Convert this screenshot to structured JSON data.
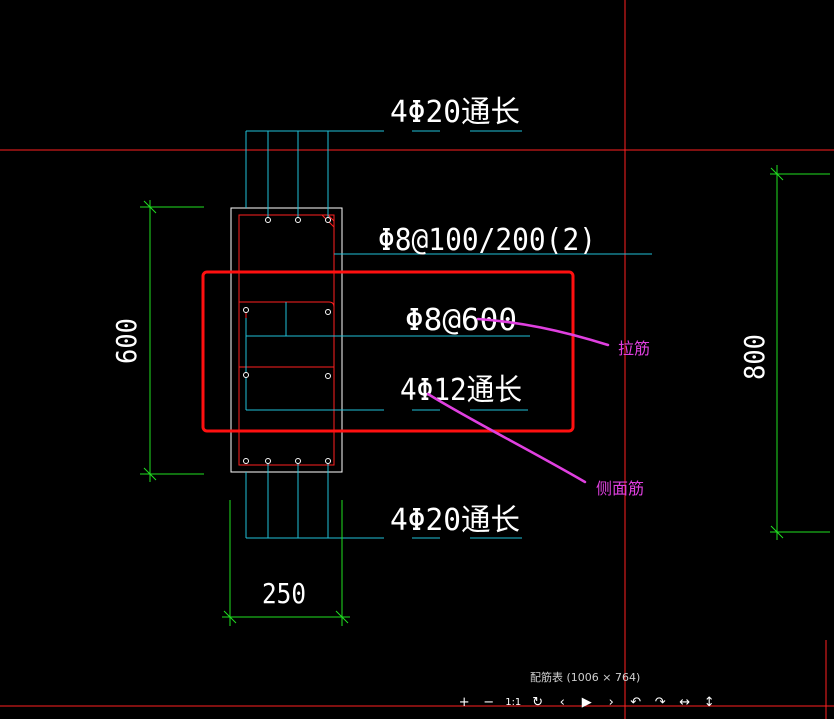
{
  "drawing": {
    "top_rebar": "4Φ20通长",
    "stirrup": "Φ8@100/200(2)",
    "tie_bar": "Φ8@600",
    "side_rebar": "4Φ12通长",
    "bottom_rebar": "4Φ20通长",
    "dim_height_left": "600",
    "dim_height_right": "800",
    "dim_width": "250",
    "annotation_tie": "拉筋",
    "annotation_side": "侧面筋"
  },
  "colors": {
    "background": "#000000",
    "red_line": "#ff2020",
    "cyan": "#20c0d8",
    "green": "#20e020",
    "white": "#ffffff",
    "magenta": "#e040e0",
    "highlight_box": "#ff1010"
  },
  "viewer": {
    "caption": "配筋表 (1006 × 764)",
    "toolbar": [
      {
        "name": "zoom-in-button",
        "glyph": "+"
      },
      {
        "name": "zoom-out-button",
        "glyph": "−"
      },
      {
        "name": "actual-size-button",
        "glyph": "1:1"
      },
      {
        "name": "refresh-button",
        "glyph": "↻"
      },
      {
        "name": "previous-button",
        "glyph": "‹"
      },
      {
        "name": "play-button",
        "glyph": "▶"
      },
      {
        "name": "next-button",
        "glyph": "›"
      },
      {
        "name": "rotate-left-button",
        "glyph": "↶"
      },
      {
        "name": "rotate-right-button",
        "glyph": "↷"
      },
      {
        "name": "flip-horizontal-button",
        "glyph": "↔"
      },
      {
        "name": "flip-vertical-button",
        "glyph": "↕"
      }
    ]
  }
}
